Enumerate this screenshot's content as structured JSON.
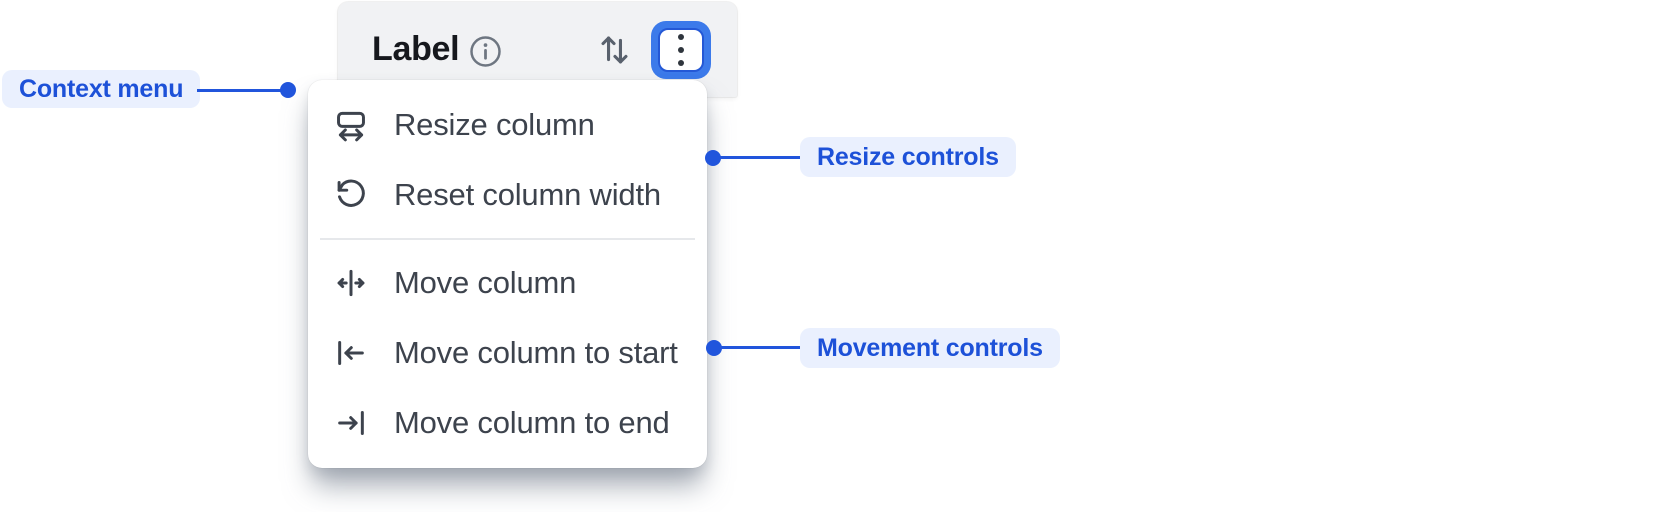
{
  "header": {
    "label": "Label"
  },
  "menu": {
    "items": [
      {
        "id": "resize-column",
        "label": "Resize column"
      },
      {
        "id": "reset-column-width",
        "label": "Reset column width"
      },
      {
        "id": "move-column",
        "label": "Move column"
      },
      {
        "id": "move-column-to-start",
        "label": "Move column to start"
      },
      {
        "id": "move-column-to-end",
        "label": "Move column to end"
      }
    ]
  },
  "annotations": {
    "context_menu": "Context menu",
    "resize_controls": "Resize controls",
    "movement_controls": "Movement controls"
  },
  "icons": [
    "info-icon",
    "sort-icon",
    "kebab-icon",
    "resize-column-icon",
    "reset-column-width-icon",
    "move-column-icon",
    "move-column-to-start-icon",
    "move-column-to-end-icon"
  ],
  "colors": {
    "annotation_text": "#1d51d8",
    "annotation_line": "#2155dc",
    "annotation_bg": "#eaf0fe",
    "focus_ring": "#3c7aea",
    "focus_border": "#2458d6",
    "header_bg": "#f1f2f4",
    "header_text": "#16181d",
    "menu_bg": "#ffffff",
    "menu_text": "#3d434d",
    "divider": "#e6e8eb"
  }
}
